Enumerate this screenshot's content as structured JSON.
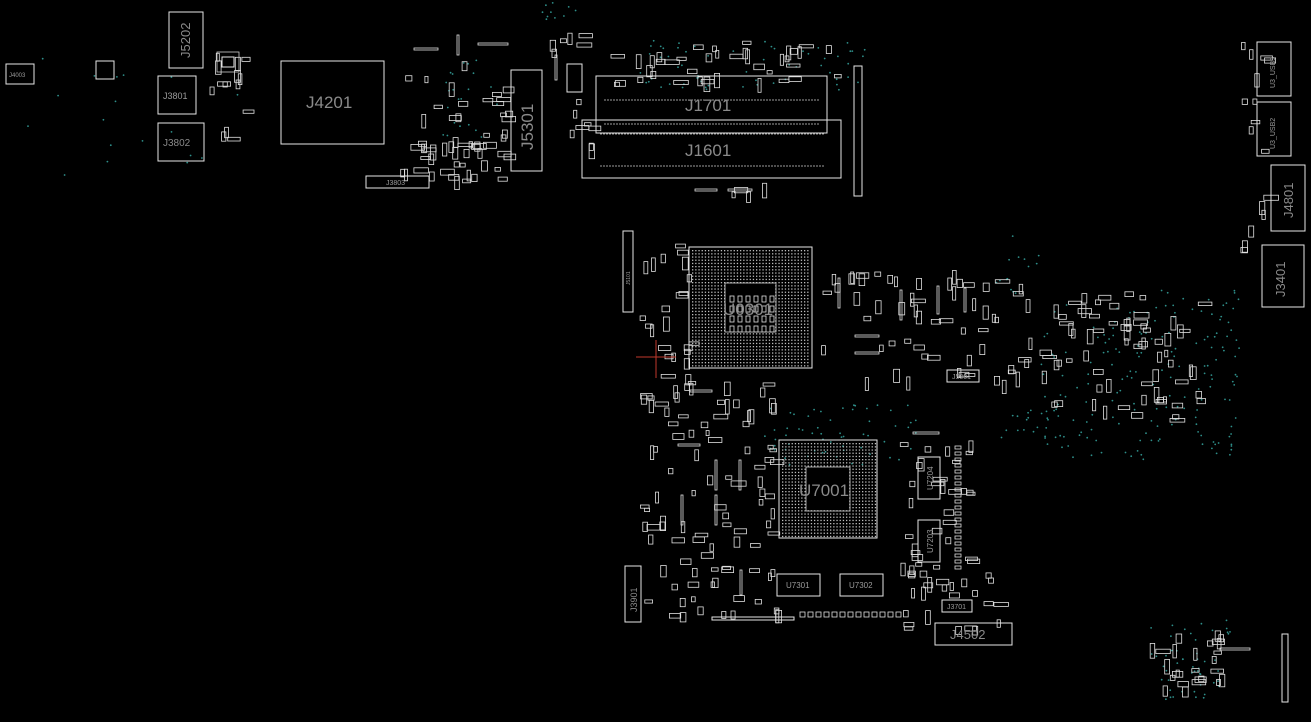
{
  "app": {
    "view": "PCB board viewer",
    "background": "#000000",
    "outline_color": "#e6e6e6",
    "via_color": "#2e8f8a",
    "cursor_color": "#c0392b"
  },
  "labels": {
    "j4003": "J4003",
    "j5202": "J5202",
    "j3801": "J3801",
    "j3802": "J3802",
    "j4201": "J4201",
    "j3803": "J3803",
    "j5301": "J5301",
    "j1701": "J1701",
    "j1601": "J1601",
    "u0301": "U0301",
    "j5101": "J5101",
    "j5001": "J5001",
    "u7001": "U7001",
    "u7204": "U7204",
    "u7203": "U7203",
    "u7301": "U7301",
    "u7302": "U7302",
    "j3901": "J3901",
    "j3701": "J3701",
    "j4502": "J4502",
    "usb3": "U3_USB3",
    "usb2": "U3_USB2",
    "j4801": "J4801",
    "j3401": "J3401"
  }
}
